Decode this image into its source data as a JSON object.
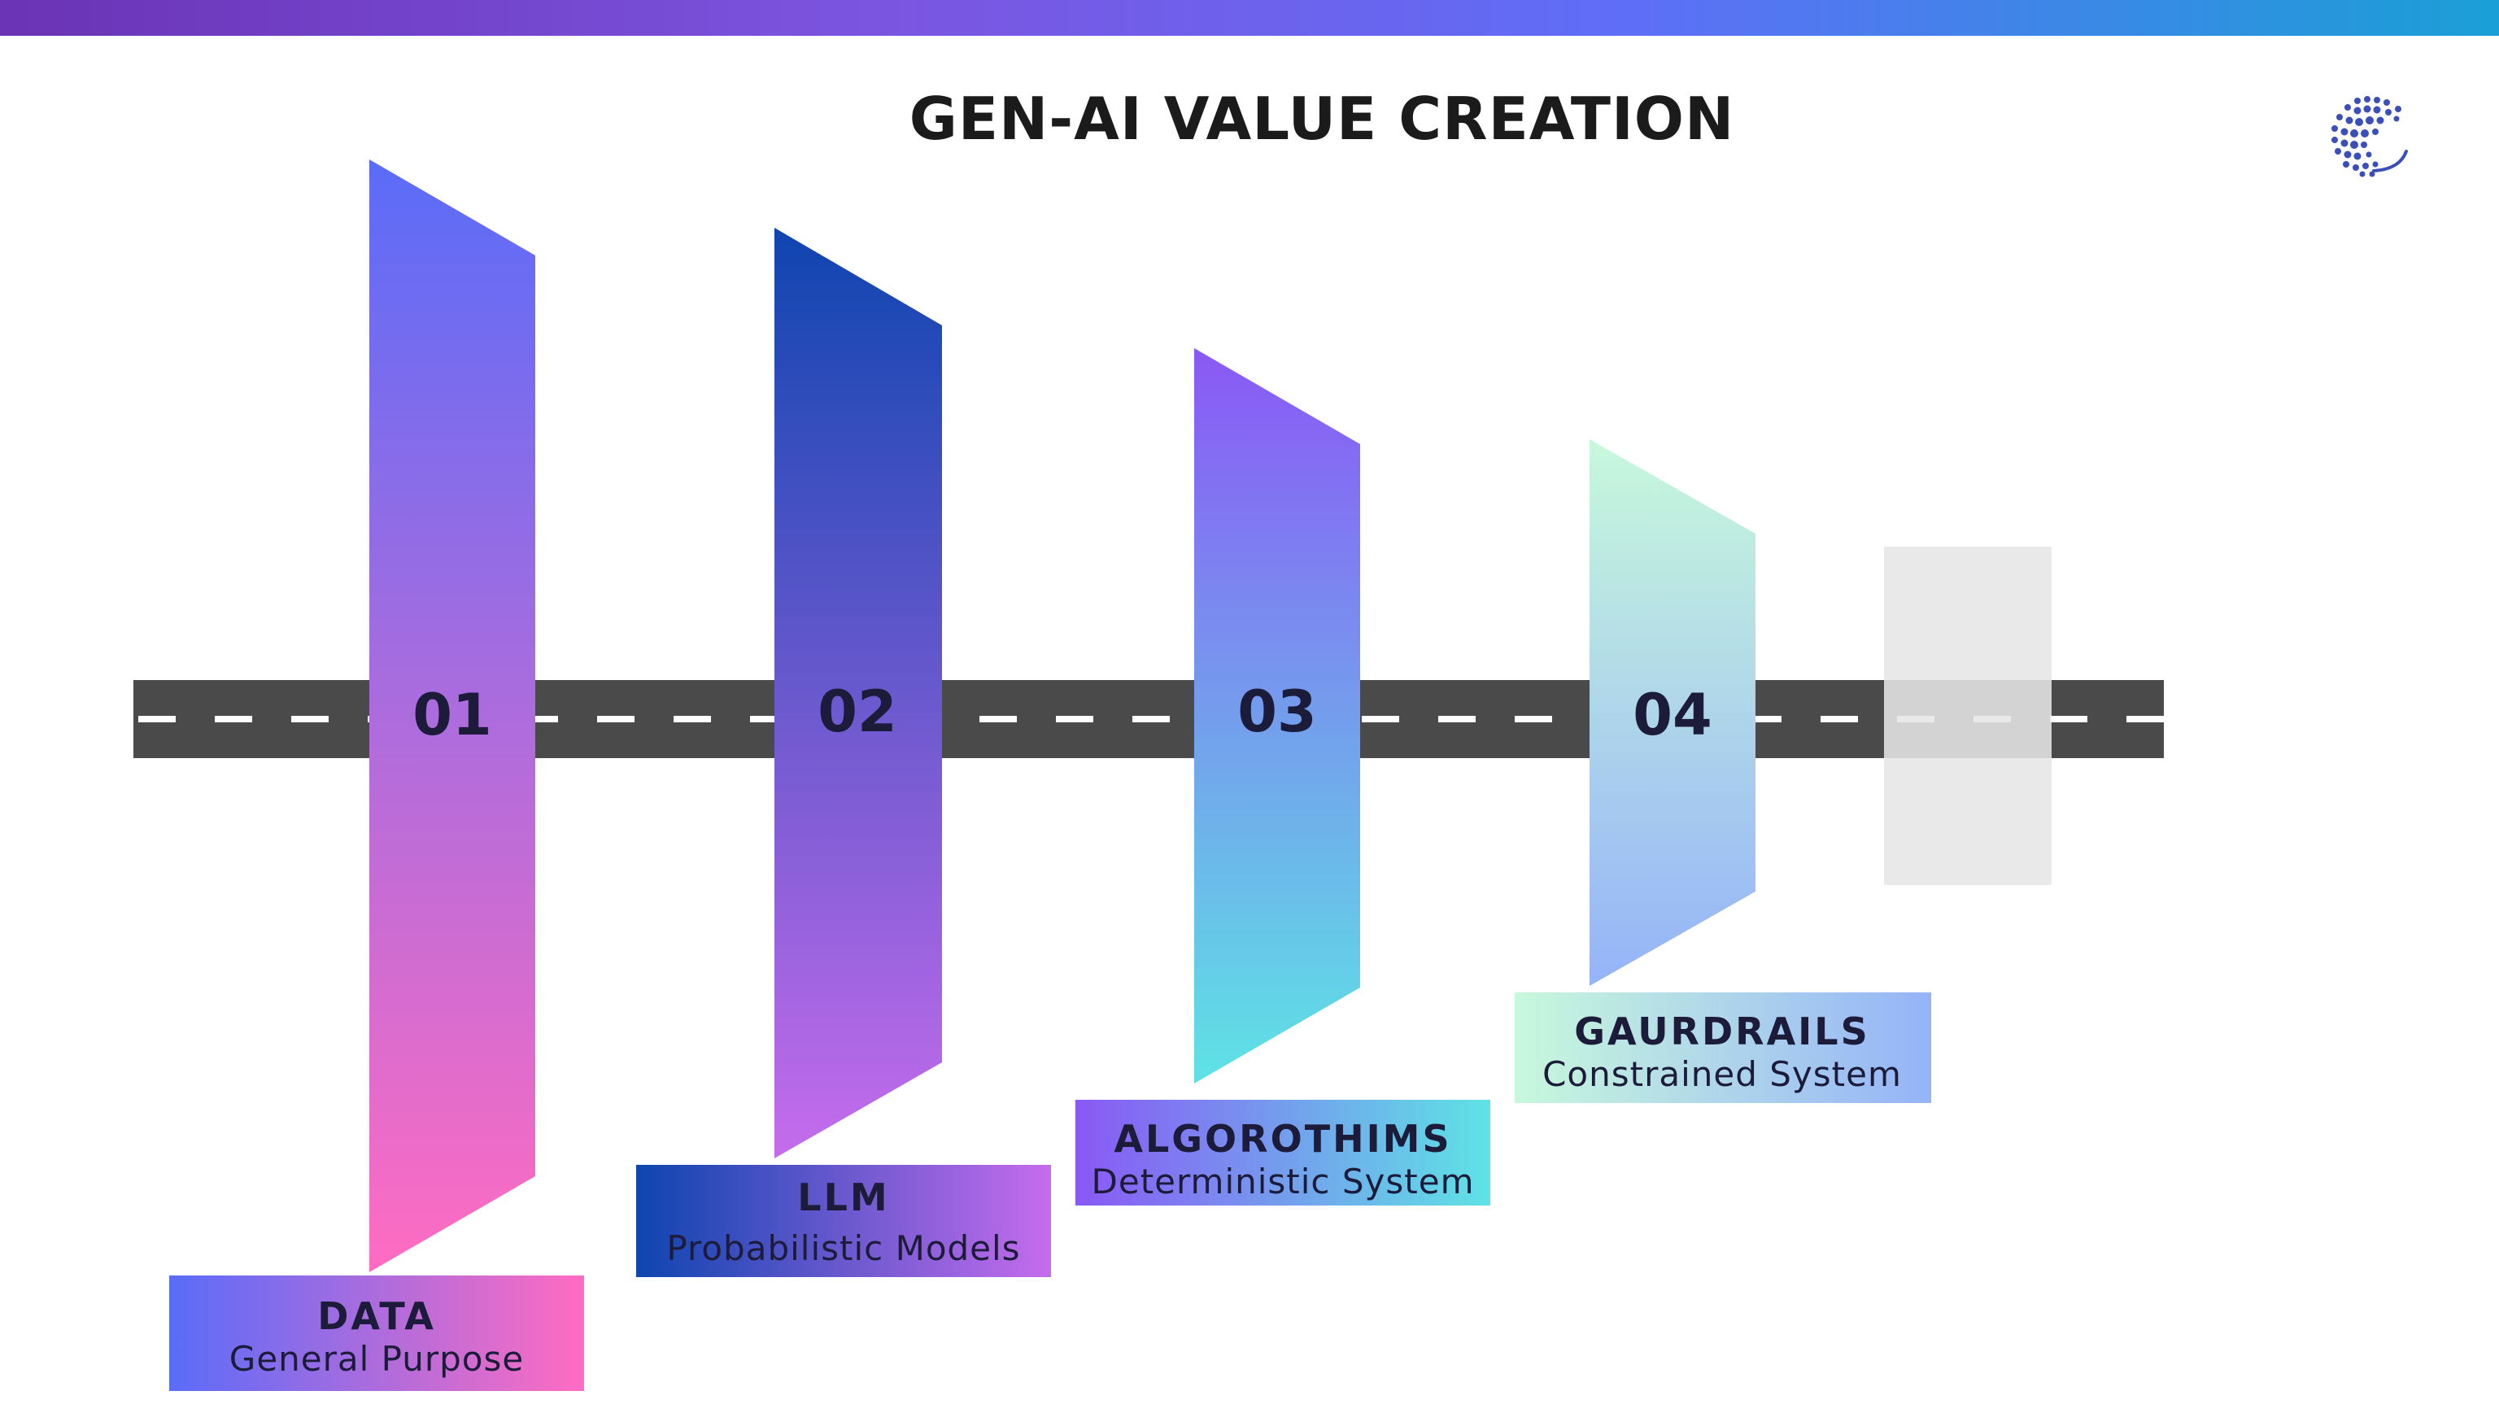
{
  "title": "GEN-AI VALUE CREATION",
  "logo": {
    "icon": "dotted-globe-logo",
    "color": "#3b4fb8"
  },
  "steps": [
    {
      "number": "01",
      "label": "DATA",
      "subtitle": "General Purpose",
      "colors": [
        "#5a6cf8",
        "#ff6cc1"
      ]
    },
    {
      "number": "02",
      "label": "LLM",
      "subtitle": "Probabilistic Models",
      "colors": [
        "#0e45b0",
        "#c56cec"
      ]
    },
    {
      "number": "03",
      "label": "ALGOROTHIMS",
      "subtitle": "Deterministic System",
      "colors": [
        "#8a58f5",
        "#5ee3e5"
      ]
    },
    {
      "number": "04",
      "label": "GAURDRAILS",
      "subtitle": "Constrained System",
      "colors": [
        "#c8f8dc",
        "#95b3f8"
      ]
    }
  ],
  "colors": {
    "road": "#4a4a4a",
    "road_dash": "#ffffff",
    "placeholder": "#e6e6e6"
  }
}
